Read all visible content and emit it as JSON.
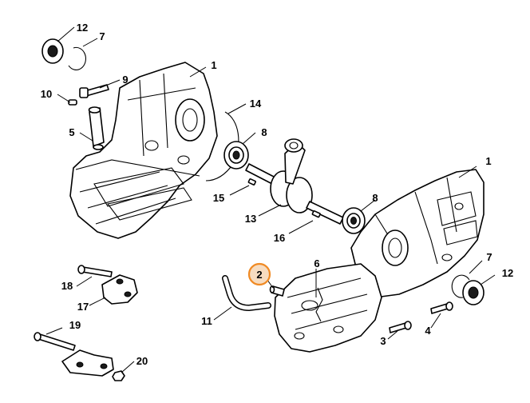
{
  "diagram": {
    "accent_color": "#f08a24",
    "highlighted_callout": "2",
    "callouts": {
      "c12a": "12",
      "c7a": "7",
      "c1a": "1",
      "c9": "9",
      "c10": "10",
      "c14": "14",
      "c5": "5",
      "c8a": "8",
      "c15": "15",
      "c13": "13",
      "c8b": "8",
      "c16": "16",
      "c1b": "1",
      "c6": "6",
      "c2": "2",
      "c18": "18",
      "c7b": "7",
      "c12b": "12",
      "c17": "17",
      "c11": "11",
      "c19": "19",
      "c3": "3",
      "c4": "4",
      "c20": "20"
    }
  }
}
